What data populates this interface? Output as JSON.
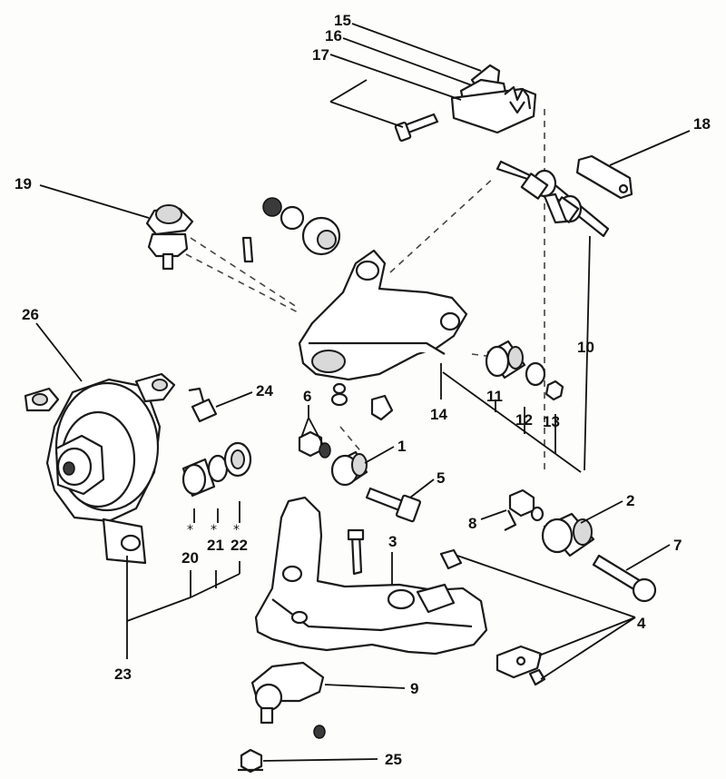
{
  "callouts": [
    {
      "id": "c1",
      "label": "1"
    },
    {
      "id": "c2",
      "label": "2"
    },
    {
      "id": "c3",
      "label": "3"
    },
    {
      "id": "c4",
      "label": "4"
    },
    {
      "id": "c5",
      "label": "5"
    },
    {
      "id": "c6",
      "label": "6"
    },
    {
      "id": "c7",
      "label": "7"
    },
    {
      "id": "c8",
      "label": "8"
    },
    {
      "id": "c9",
      "label": "9"
    },
    {
      "id": "c10",
      "label": "10"
    },
    {
      "id": "c11",
      "label": "11"
    },
    {
      "id": "c12",
      "label": "12"
    },
    {
      "id": "c13",
      "label": "13"
    },
    {
      "id": "c14",
      "label": "14"
    },
    {
      "id": "c15",
      "label": "15"
    },
    {
      "id": "c16",
      "label": "16"
    },
    {
      "id": "c17",
      "label": "17"
    },
    {
      "id": "c18",
      "label": "18"
    },
    {
      "id": "c19",
      "label": "19"
    },
    {
      "id": "c20",
      "label": "20"
    },
    {
      "id": "c21",
      "label": "21"
    },
    {
      "id": "c22",
      "label": "22"
    },
    {
      "id": "c23",
      "label": "23"
    },
    {
      "id": "c24",
      "label": "24"
    },
    {
      "id": "c25",
      "label": "25"
    },
    {
      "id": "c26",
      "label": "26"
    }
  ],
  "marks": {
    "asterisk": "*"
  }
}
